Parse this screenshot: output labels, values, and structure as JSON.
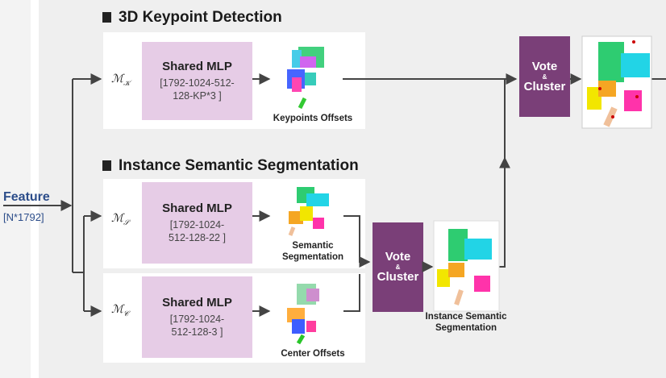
{
  "sections": {
    "keypoint_title": "3D Keypoint Detection",
    "segmentation_title": "Instance Semantic Segmentation"
  },
  "input": {
    "label": "Feature",
    "dim": "[N*1792]"
  },
  "branches": {
    "keypoint": {
      "symbol_main": "ℳ",
      "symbol_sub": "𝒦",
      "mlp_title": "Shared MLP",
      "mlp_dims": "[1792-1024-512-\n128-KP*3 ]",
      "caption": "Keypoints Offsets"
    },
    "semantic": {
      "symbol_main": "ℳ",
      "symbol_sub": "𝒮",
      "mlp_title": "Shared MLP",
      "mlp_dims": "[1792-1024-\n512-128-22 ]",
      "caption": "Semantic\nSegmentation"
    },
    "center": {
      "symbol_main": "ℳ",
      "symbol_sub": "𝒞",
      "mlp_title": "Shared MLP",
      "mlp_dims": "[1792-1024-\n512-128-3 ]",
      "caption": "Center Offsets"
    }
  },
  "vote_cluster": {
    "line1": "Vote",
    "amp": "&",
    "line2": "Cluster"
  },
  "outputs": {
    "instance_caption": "Instance Semantic\nSegmentation"
  },
  "colors": {
    "mlp_fill": "#e6cce6",
    "vote_fill": "#7a3f78",
    "feature_text": "#2c4d8a",
    "background": "#efefef",
    "arrow": "#444444"
  }
}
